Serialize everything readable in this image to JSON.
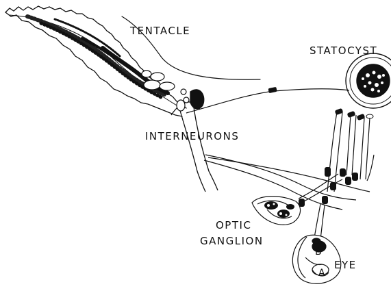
{
  "labels": {
    "tentacle": "TENTACLE",
    "statocyst": "STATOCYST",
    "interneurons": "INTERNEURONS",
    "optic_line1": "OPTIC",
    "optic_line2": "GANGLION",
    "eye": "EYE",
    "cell_b": "B",
    "cell_a": "A"
  },
  "colors": {
    "ink": "#111111",
    "paper": "#ffffff"
  }
}
